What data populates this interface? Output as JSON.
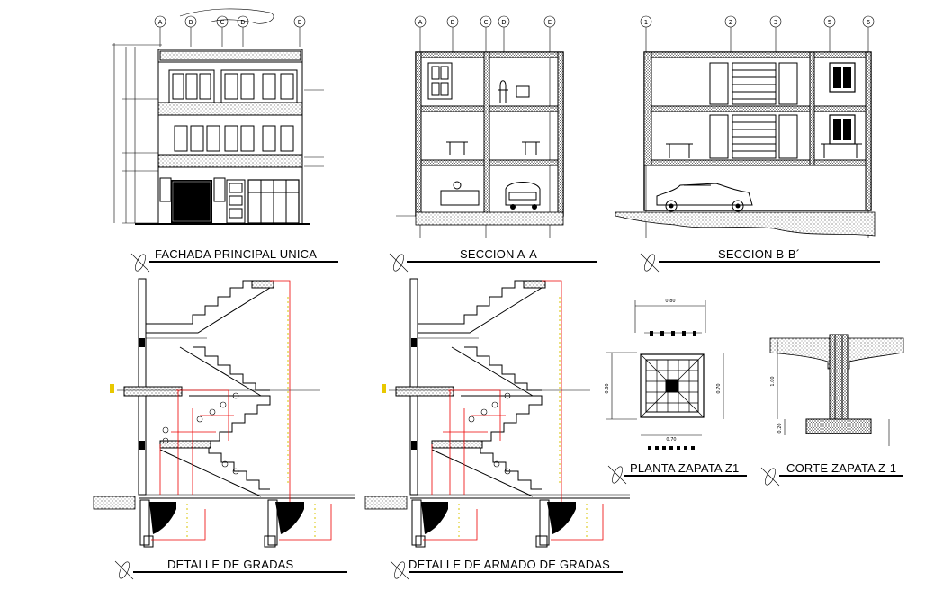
{
  "titles": {
    "fachada": "FACHADA PRINCIPAL UNICA",
    "seccion_aa": "SECCION A-A",
    "seccion_bb": "SECCION B-B´",
    "planta_zapata": "PLANTA ZAPATA Z1",
    "corte_zapata": "CORTE ZAPATA Z-1",
    "detalle_gradas": "DETALLE  DE GRADAS",
    "detalle_armado": "DETALLE DE ARMADO DE GRADAS"
  },
  "grid_axes": {
    "fachada": [
      "A",
      "B",
      "C",
      "D",
      "E"
    ],
    "seccion_aa": [
      "A",
      "B",
      "C",
      "D",
      "E"
    ],
    "seccion_bb": [
      "1",
      "2",
      "3",
      "5",
      "6"
    ]
  },
  "zapata_dims": {
    "top": "0.80",
    "left": "0.80",
    "right": "0.70",
    "bottom": "0.70",
    "height": "1.00",
    "base": "0.20"
  },
  "colors": {
    "ink": "#000000",
    "dimension_red": "#e00000",
    "hidden_yellow": "#d8c400"
  }
}
